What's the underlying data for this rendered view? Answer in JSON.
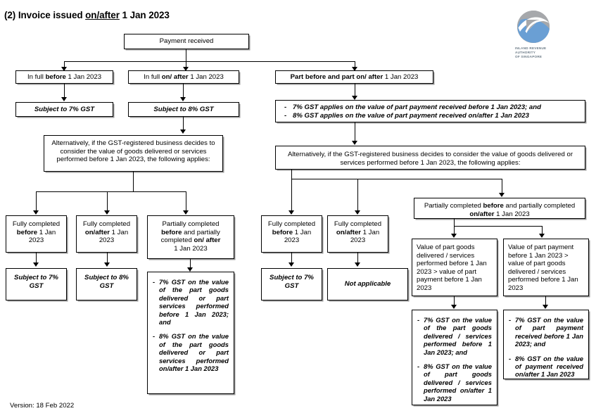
{
  "header": {
    "number": "(2)",
    "text_before": "Invoice issued ",
    "underlined": "on/after",
    "text_after": " 1 Jan 2023"
  },
  "logo": {
    "name": "iras-logo",
    "line1": "INLAND REVENUE",
    "line2": "AUTHORITY",
    "line3": "OF SINGAPORE",
    "gray": "#a6a8ab",
    "blue": "#6a9fd4"
  },
  "nodes": {
    "root": "Payment received",
    "branch_full_before": {
      "bold": "In full before",
      "plain": " 1 Jan 2023",
      "prefix": "In full ",
      "b": "before",
      "suffix": " 1 Jan 2023"
    },
    "branch_full_onafter": {
      "prefix": "In full ",
      "b": "on/ after",
      "suffix": " 1 Jan 2023"
    },
    "branch_part": {
      "b": "Part before and part on/ after",
      "suffix": " 1 Jan 2023"
    },
    "subject7": "Subject to 7% GST",
    "subject8": "Subject to 8% GST",
    "alt_left": "Alternatively, if the GST-registered business decides to consider the value of goods delivered or services performed before 1 Jan 2023, the following applies:",
    "alt_right": "Alternatively, if the GST-registered business decides to consider the value of goods delivered or services performed before 1 Jan 2023, the following applies:",
    "part_rules": {
      "bullet1": "7% GST applies on the value of part payment received before 1 Jan 2023; and",
      "bullet2": "8% GST applies on the value of part payment received on/after 1 Jan 2023"
    },
    "left_fully_before": {
      "l1": "Fully completed",
      "b": "before",
      "l2": " 1 Jan",
      "l3": "2023"
    },
    "left_fully_onafter": {
      "l1": "Fully completed",
      "b": "on/after",
      "l2": " 1 Jan",
      "l3": "2023"
    },
    "left_partially": {
      "l1": "Partially completed",
      "b1": "before",
      "mid": " and partially",
      "l2": "completed ",
      "b2": "on/ after",
      "l3": "1 Jan 2023"
    },
    "left_subject7": "Subject to 7% GST",
    "left_subject8": "Subject to 8% GST",
    "left_detail": {
      "bullet1": "7% GST on the value of the part goods delivered or part services performed before 1 Jan 2023; and",
      "bullet2": "8% GST on the value of the part goods delivered or part services performed on/after 1 Jan 2023"
    },
    "right_fully_before": {
      "l1": "Fully completed",
      "b": "before",
      "l2": " 1 Jan",
      "l3": "2023"
    },
    "right_fully_onafter": {
      "l1": "Fully completed",
      "b": "on/after",
      "l2": " 1 Jan",
      "l3": "2023"
    },
    "right_subject7": "Subject to 7% GST",
    "right_not_applicable": "Not applicable",
    "right_partially": {
      "l1": "Partially completed ",
      "b1": "before",
      "mid": " and partially completed",
      "b2": "on/after",
      "l2": " 1 Jan 2023"
    },
    "cmp_goods_greater": "Value of part goods delivered / services performed before 1 Jan 2023 > value of part payment before 1 Jan 2023",
    "cmp_payment_greater": "Value of part payment before 1 Jan 2023 > value of part goods delivered / services performed before 1 Jan 2023",
    "detail_goods": {
      "bullet1": "7% GST on the value of the part goods delivered / services performed before 1 Jan 2023; and",
      "bullet2": "8% GST on the value of part goods delivered / services performed on/after 1 Jan 2023"
    },
    "detail_payment": {
      "bullet1": "7% GST on the value of part payment received before 1 Jan 2023; and",
      "bullet2": "8% GST on the value of payment received on/after 1 Jan 2023"
    }
  },
  "footer": {
    "version": "Version: 18 Feb 2022"
  }
}
